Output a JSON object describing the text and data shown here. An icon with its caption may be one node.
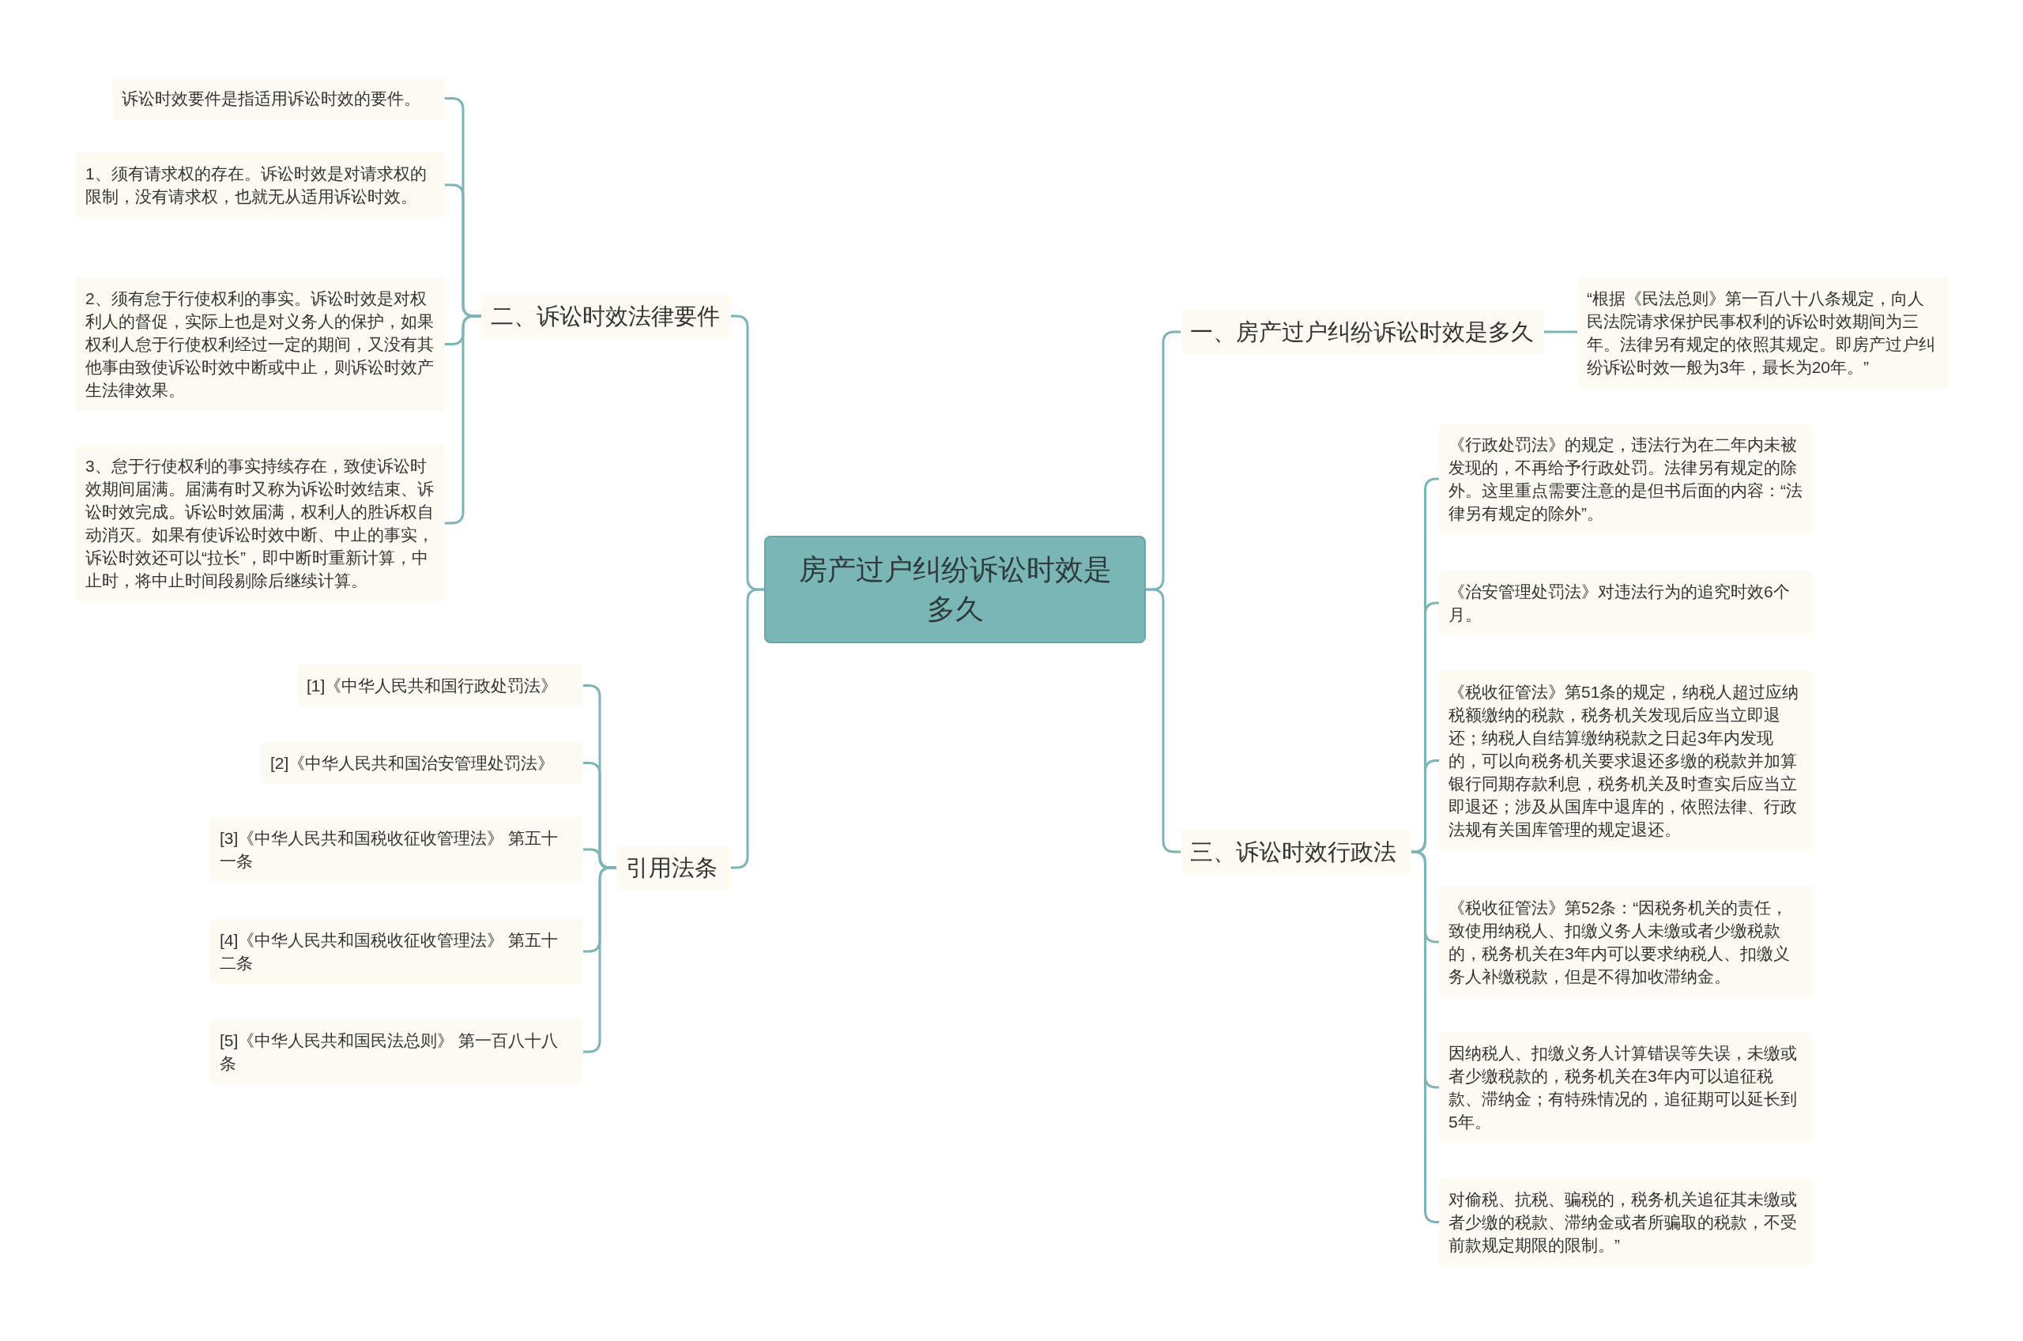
{
  "diagram": {
    "nodes": [
      {
        "text": [
          "房产过户纠纷诉讼时效是多久"
        ]
      },
      {
        "text": [
          "一、房产过户纠纷诉讼时效是多久"
        ]
      },
      {
        "text": [
          "“根据《民法总则》第一百八十八条规定，向人民法院请求保护民事权利的诉讼时效期间为三年。法律另有规定的依照其规定。即房产过户纠纷诉讼时效一般为3年，最长为20年。”"
        ]
      },
      {
        "text": [
          "三、诉讼时效行政法"
        ]
      },
      {
        "text": [
          "《行政处罚法》的规定，违法行为在二年内未被发现的，不再给予行政处罚。法律另有规定的除外。这里重点需要注意的是但书后面的内容：“法律另有规定的除外”。"
        ]
      },
      {
        "text": [
          "《治安管理处罚法》对违法行为的追究时效6个月。"
        ]
      },
      {
        "text": [
          "《税收征管法》第51条的规定，纳税人超过应纳税额缴纳的税款，税务机关发现后应当立即退还；纳税人自结算缴纳税款之日起3年内发现的，可以向税务机关要求退还多缴的税款并加算银行同期存款利息，税务机关及时查实后应当立即退还；涉及从国库中退库的，依照法律、行政法规有关国库管理的规定退还。"
        ]
      },
      {
        "text": [
          "《税收征管法》第52条：“因税务机关的责任，致使用纳税人、扣缴义务人未缴或者少缴税款的，税务机关在3年内可以要求纳税人、扣缴义务人补缴税款，但是不得加收滞纳金。"
        ]
      },
      {
        "text": [
          "因纳税人、扣缴义务人计算错误等失误，未缴或者少缴税款的，税务机关在3年内可以追征税款、滞纳金；有特殊情况的，追征期可以延长到5年。"
        ]
      },
      {
        "text": [
          "对偷税、抗税、骗税的，税务机关追征其未缴或者少缴的税款、滞纳金或者所骗取的税款，不受前款规定期限的限制。”"
        ]
      },
      {
        "text": [
          "二、诉讼时效法律要件"
        ]
      },
      {
        "text": [
          "诉讼时效要件是指适用诉讼时效的要件。"
        ]
      },
      {
        "text": [
          "1、须有请求权的存在。诉讼时效是对请求权的限制，没有请求权，也就无从适用诉讼时效。"
        ]
      },
      {
        "text": [
          "2、须有怠于行使权利的事实。诉讼时效是对权利人的督促，实际上也是对义务人的保护，如果权利人怠于行使权利经过一定的期间，又没有其他事由致使诉讼时效中断或中止，则诉讼时效产生法律效果。"
        ]
      },
      {
        "text": [
          "3、怠于行使权利的事实持续存在，致使诉讼时效期间届满。届满有时又称为诉讼时效结束、诉讼时效完成。诉讼时效届满，权利人的胜诉权自动消灭。如果有使诉讼时效中断、中止的事实，诉讼时效还可以“拉长”，即中断时重新计算，中止时，将中止时间段剔除后继续计算。"
        ]
      },
      {
        "text": [
          "引用法条"
        ]
      },
      {
        "text": [
          "[1]《中华人民共和国行政处罚法》"
        ]
      },
      {
        "text": [
          "[2]《中华人民共和国治安管理处罚法》"
        ]
      },
      {
        "text": [
          "[3]《中华人民共和国税收征收管理法》 第五十一条"
        ]
      },
      {
        "text": [
          "[4]《中华人民共和国税收征收管理法》 第五十二条"
        ]
      },
      {
        "text": [
          "[5]《中华人民共和国民法总则》 第一百八十八条"
        ]
      }
    ],
    "edges": [
      {
        "from": 0,
        "to": 1,
        "arrow": "none"
      },
      {
        "from": 1,
        "to": 2,
        "arrow": "none"
      },
      {
        "from": 0,
        "to": 3,
        "arrow": "none"
      },
      {
        "from": 3,
        "to": 4,
        "arrow": "none"
      },
      {
        "from": 3,
        "to": 5,
        "arrow": "none"
      },
      {
        "from": 3,
        "to": 6,
        "arrow": "none"
      },
      {
        "from": 3,
        "to": 7,
        "arrow": "none"
      },
      {
        "from": 3,
        "to": 8,
        "arrow": "none"
      },
      {
        "from": 3,
        "to": 9,
        "arrow": "none"
      },
      {
        "from": 0,
        "to": 10,
        "arrow": "none"
      },
      {
        "from": 10,
        "to": 11,
        "arrow": "none"
      },
      {
        "from": 10,
        "to": 12,
        "arrow": "none"
      },
      {
        "from": 10,
        "to": 13,
        "arrow": "none"
      },
      {
        "from": 10,
        "to": 14,
        "arrow": "none"
      },
      {
        "from": 0,
        "to": 15,
        "arrow": "none"
      },
      {
        "from": 15,
        "to": 16,
        "arrow": "none"
      },
      {
        "from": 15,
        "to": 17,
        "arrow": "none"
      },
      {
        "from": 15,
        "to": 18,
        "arrow": "none"
      },
      {
        "from": 15,
        "to": 19,
        "arrow": "none"
      },
      {
        "from": 15,
        "to": 20,
        "arrow": "none"
      }
    ]
  }
}
